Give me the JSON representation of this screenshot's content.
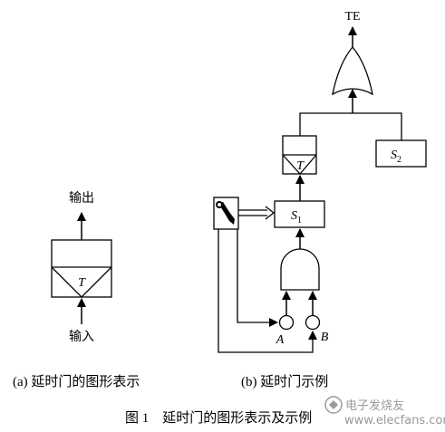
{
  "panel_a": {
    "output_label": "输出",
    "input_label": "输入",
    "delay_symbol": "T",
    "caption": "(a) 延时门的图形表示"
  },
  "panel_b": {
    "top_event": "TE",
    "delay_symbol": "T",
    "event_s1": {
      "base": "S",
      "sub": "1"
    },
    "event_s2": {
      "base": "S",
      "sub": "2"
    },
    "input_a": "A",
    "input_b": "B",
    "condition_icon": "wrench-icon",
    "caption": "(b) 延时门示例"
  },
  "figure_caption": "图 1　延时门的图形表示及示例",
  "watermark": {
    "text": "电子发烧友",
    "url": "www.elecfans.com",
    "icon": "circuit-logo-icon"
  }
}
